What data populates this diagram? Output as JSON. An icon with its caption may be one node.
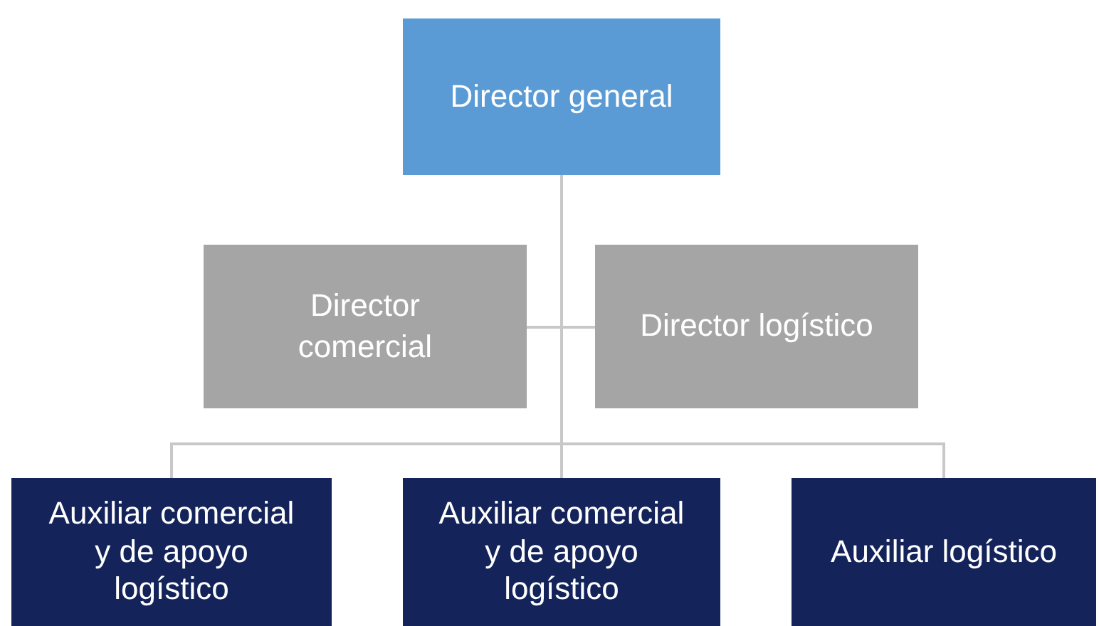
{
  "diagram": {
    "nodes": [
      {
        "text": [
          "Director general"
        ]
      },
      {
        "text": [
          "Director comercial"
        ]
      },
      {
        "text": [
          "Director logístico"
        ]
      },
      {
        "text": [
          "Auxiliar comercial y de apoyo logístico"
        ]
      },
      {
        "text": [
          "Auxiliar comercial y de apoyo logístico"
        ]
      },
      {
        "text": [
          "Auxiliar logístico"
        ]
      }
    ],
    "edges": [
      {
        "from": 0,
        "to": 1,
        "arrow": "none"
      },
      {
        "from": 0,
        "to": 2,
        "arrow": "none"
      },
      {
        "from": 0,
        "to": 3,
        "arrow": "none"
      },
      {
        "from": 0,
        "to": 4,
        "arrow": "none"
      },
      {
        "from": 0,
        "to": 5,
        "arrow": "none"
      }
    ]
  }
}
